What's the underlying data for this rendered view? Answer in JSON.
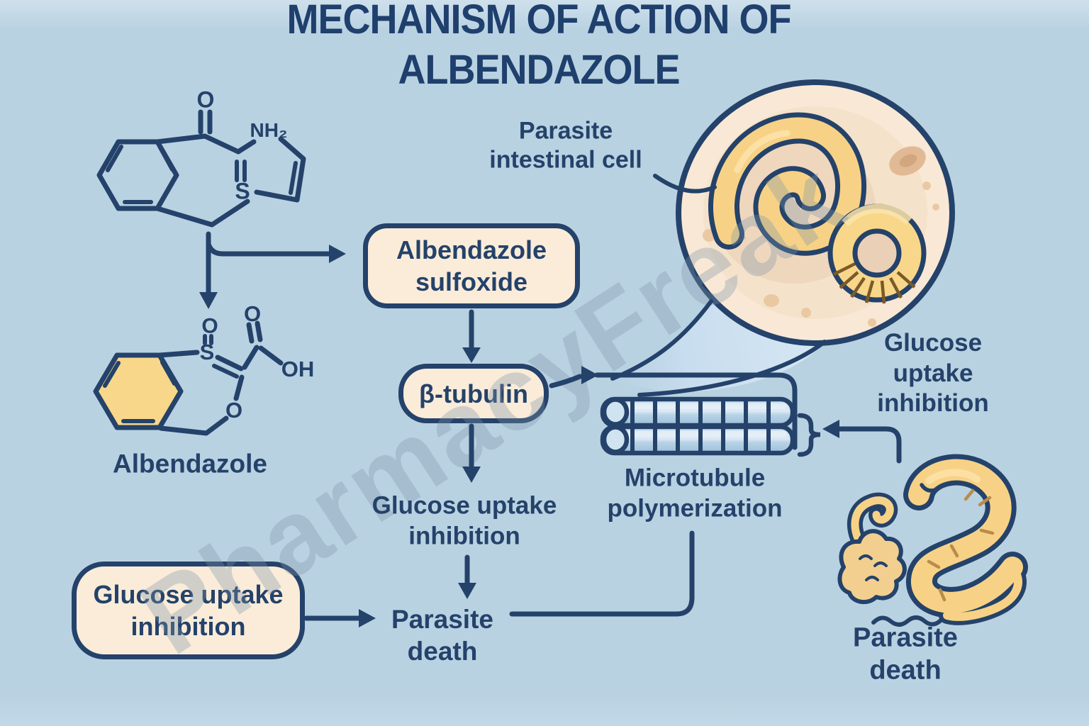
{
  "title": "MECHANISM OF ACTION OF ALBENDAZOLE",
  "watermark": "PharmacyFreak",
  "nodes": {
    "albendazole_sulfoxide": "Albendazole\nsulfoxide",
    "beta_tubulin": "β-tubulin",
    "glucose_uptake_mid": "Glucose uptake\ninhibition",
    "glucose_uptake_box": "Glucose uptake\ninhibition",
    "glucose_uptake_right": "Glucose uptake\ninhibition",
    "microtubule_polymerization": "Microtubule\npolymerization",
    "parasite_death_mid": "Parasite\ndeath",
    "parasite_death_right": "Parasite death",
    "parasite_intestinal_cell": "Parasite\nintestinal cell",
    "albendazole_structure_label": "Albendazole"
  },
  "atoms": {
    "m1_o": "O",
    "m1_nh2": "NH₂",
    "m1_s": "S",
    "m2_o_sulfoxide": "O",
    "m2_s": "S",
    "m2_o_carboxyl": "O",
    "m2_oh": "OH",
    "m2_o_ring": "O"
  },
  "colors": {
    "ink": "#24426a",
    "background": "#b9d2e2",
    "box_fill": "#faecd9",
    "worm_yellow": "#f7d286",
    "hexagon_yellow": "#f8d78a",
    "cell_fill": "#f8e8d5",
    "microtubule_blue": "#a9c9e0",
    "watermark": "#7e94a8"
  }
}
